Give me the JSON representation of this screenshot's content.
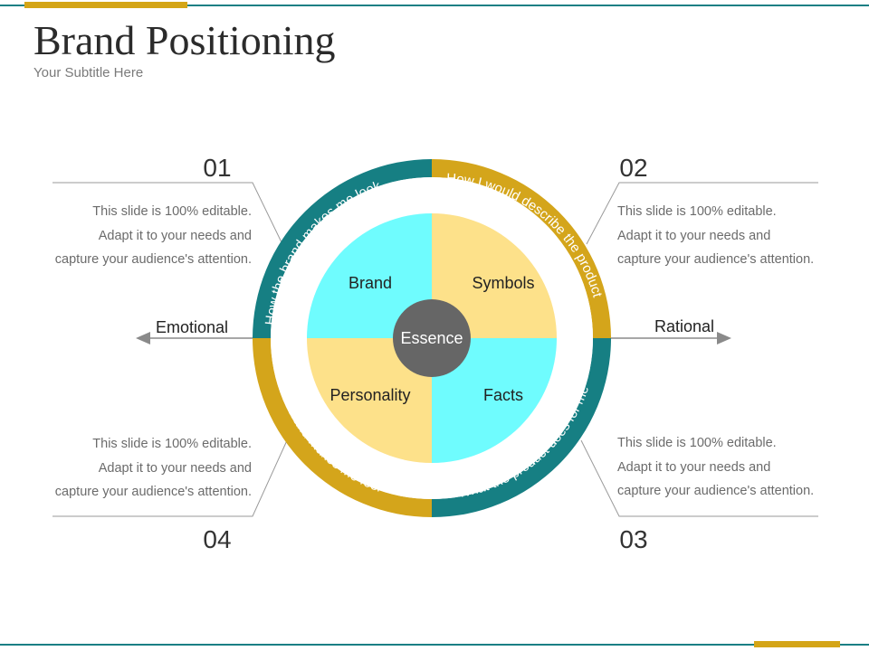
{
  "title": "Brand Positioning",
  "subtitle": "Your Subtitle Here",
  "axis": {
    "left_label": "Emotional",
    "right_label": "Rational"
  },
  "center": {
    "label": "Essence"
  },
  "quadrants": [
    {
      "label": "Brand"
    },
    {
      "label": "Symbols"
    },
    {
      "label": "Facts"
    },
    {
      "label": "Personality"
    }
  ],
  "ring_labels": {
    "top_left": "How the brand makes me look",
    "top_right": "How I would describe the product",
    "bottom_right": "What the product does for me",
    "bottom_left": "How the brand makes me feel"
  },
  "callouts": [
    {
      "number": "01",
      "line1": "This slide is 100% editable.",
      "line2": "Adapt it to your needs and",
      "line3": "capture your audience's attention."
    },
    {
      "number": "02",
      "line1": "This slide is 100% editable.",
      "line2": "Adapt it to your needs and",
      "line3": "capture your audience's attention."
    },
    {
      "number": "03",
      "line1": "This slide is 100% editable.",
      "line2": "Adapt it to your needs and",
      "line3": "capture your audience's attention."
    },
    {
      "number": "04",
      "line1": "This slide is 100% editable.",
      "line2": "Adapt it to your needs and",
      "line3": "capture your audience's attention."
    }
  ],
  "colors": {
    "teal": "#167f83",
    "gold": "#d4a51b",
    "cyan": "#6ffcfe",
    "cream": "#fde18a",
    "essence": "#666666"
  }
}
